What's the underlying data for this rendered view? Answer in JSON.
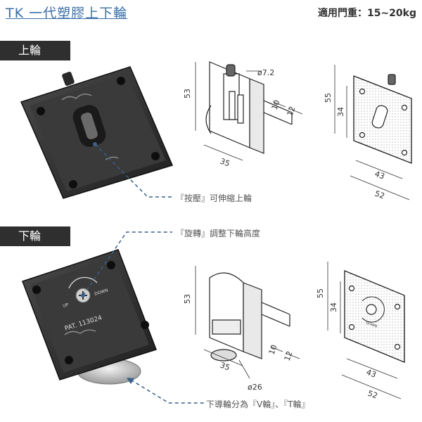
{
  "header": {
    "title": "TK 一代塑膠上下輪",
    "door_weight": "適用門重：15~20kg"
  },
  "sections": {
    "top_label": "上輪",
    "bottom_label": "下輪"
  },
  "callouts": {
    "press": "『按壓』可伸縮上輪",
    "rotate": "『旋轉』調整下輪高度",
    "wheel_types": "下導輪分為『V輪』、『T輪』"
  },
  "top_wheel_dims": {
    "pin_dia": "ø7.2",
    "height": "53",
    "width": "35",
    "d10": "10",
    "d12": "12",
    "plate_height": "55",
    "hole_span_v": "34",
    "hole_span_h": "43",
    "plate_width": "52"
  },
  "bottom_wheel_dims": {
    "height": "53",
    "width": "35",
    "d10": "10",
    "d12": "12",
    "wheel_dia": "ø26",
    "plate_height": "55",
    "hole_span_v": "34",
    "hole_span_h": "43",
    "plate_width": "52"
  },
  "product_marks": {
    "patent": "PAT. 113024",
    "up": "UP",
    "down": "DOWN"
  },
  "colors": {
    "title": "#3a6fa8",
    "tag_bg": "#2f2f2f",
    "callout_line": "#3a5f8a"
  }
}
